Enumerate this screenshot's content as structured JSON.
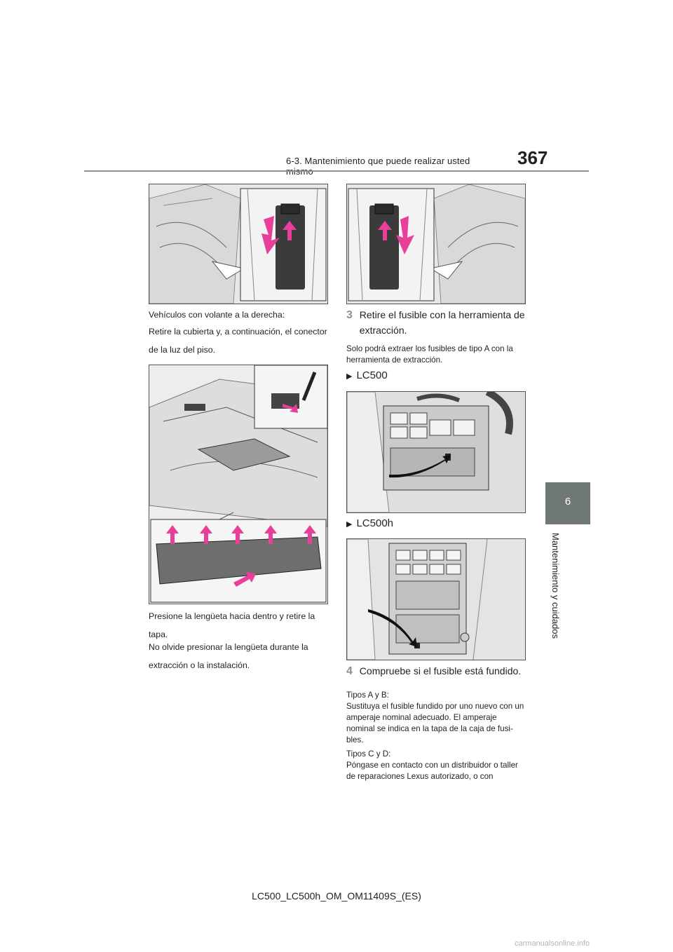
{
  "header": {
    "section_title": "6-3. Mantenimiento que puede realizar usted mismo",
    "page_number": "367"
  },
  "side_tab": {
    "chapter_number": "6",
    "chapter_label": "Mantenimiento y cuidados"
  },
  "left_column": {
    "rhd_heading": "Vehículos con volante a la derecha:",
    "rhd_instruction": "Retire la cubierta y, a continuación, el conector de la luz del piso.",
    "tab_instruction": "Presione la lengüeta hacia dentro y retire la tapa.",
    "tab_note": "No olvide presionar la lengüeta durante la extracción o la instalación."
  },
  "right_column": {
    "step3_number": "3",
    "step3_text": "Retire el fusible con la herramienta de extracción.",
    "step3_note": "Solo podrá extraer los fusibles de tipo A con la herramienta de extracción.",
    "variant_lc500": "LC500",
    "variant_lc500h": "LC500h",
    "step4_number": "4",
    "step4_text": "Compruebe si el fusible está fundido.",
    "types_ab_label": "Tipos A y B:",
    "types_ab_text": "Sustituya el fusible fundido por uno nuevo con un amperaje nominal adecuado. El amperaje nominal se indica en la tapa de la caja de fusi-bles.",
    "types_cd_label": "Tipos C y D:",
    "types_cd_text": "Póngase en contacto con un distribuidor o taller de reparaciones Lexus autorizado, o con"
  },
  "footer": {
    "document_code": "LC500_LC500h_OM_OM11409S_(ES)",
    "watermark": "carmanualsonline.info"
  },
  "colors": {
    "accent_arrow": "#e8409a",
    "rule_gray": "#8a928f",
    "tab_gray": "#6f7873"
  }
}
